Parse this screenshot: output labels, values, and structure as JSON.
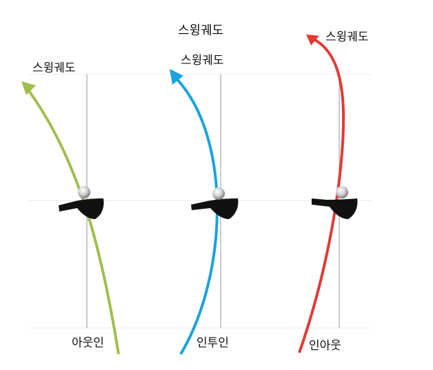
{
  "title": "스윙궤도",
  "colors": {
    "out_in": "#9fbe4e",
    "in_out_neutral": "#1ba2dc",
    "in_out": "#e13a36",
    "guide": "#b8b8b8",
    "club": "#111111"
  },
  "panels": [
    {
      "arrow_label": "스윙궤도",
      "bottom_label": "아웃인"
    },
    {
      "arrow_label": "스윙궤도",
      "bottom_label": "인투인"
    },
    {
      "arrow_label": "스윙궤도",
      "bottom_label": "인아웃"
    }
  ]
}
